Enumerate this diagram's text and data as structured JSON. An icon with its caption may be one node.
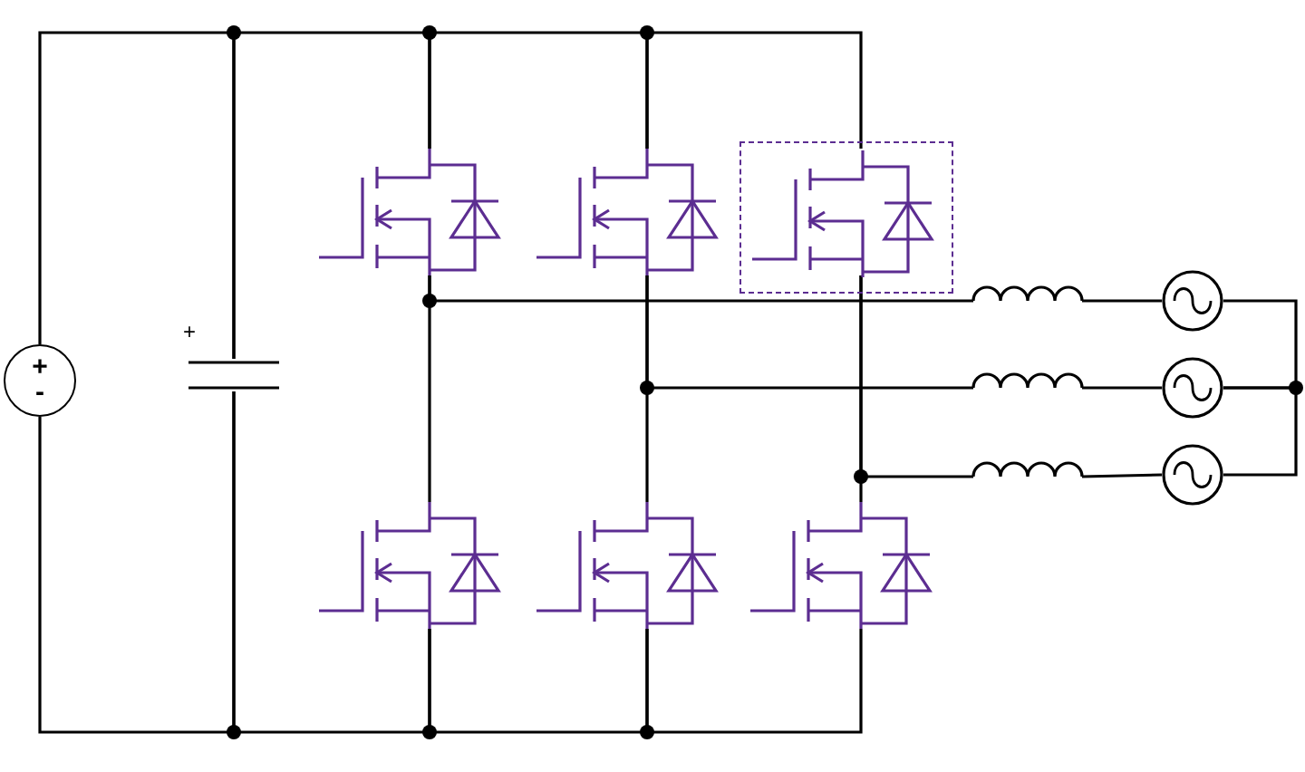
{
  "diagram": {
    "nodes": [
      {
        "text": [
          "+",
          "-"
        ]
      },
      {
        "text": [],
        "shape": "capacitor",
        "beside": [
          "+"
        ]
      },
      {
        "text": [],
        "shape": "transistor"
      },
      {
        "text": [],
        "shape": "transistor"
      },
      {
        "text": [],
        "shape": "box"
      },
      {
        "text": [],
        "shape": "transistor",
        "in": 4
      },
      {
        "text": [],
        "shape": "transistor"
      },
      {
        "text": [],
        "shape": "transistor"
      },
      {
        "text": [],
        "shape": "transistor"
      },
      {
        "text": [],
        "shape": "inductor"
      },
      {
        "text": [],
        "shape": "inductor"
      },
      {
        "text": [],
        "shape": "inductor"
      },
      {
        "text": [],
        "shape": "circle"
      },
      {
        "text": [],
        "shape": "circle"
      },
      {
        "text": [],
        "shape": "circle"
      }
    ],
    "edges": [
      {
        "from": 0,
        "to": 1,
        "arrow": "none"
      },
      {
        "from": 0,
        "to": 1,
        "arrow": "none"
      },
      {
        "from": 1,
        "to": 2,
        "arrow": "none"
      },
      {
        "from": 2,
        "to": 3,
        "arrow": "none"
      },
      {
        "from": 3,
        "to": 5,
        "arrow": "none"
      },
      {
        "from": 1,
        "to": 6,
        "arrow": "none"
      },
      {
        "from": 6,
        "to": 7,
        "arrow": "none"
      },
      {
        "from": 7,
        "to": 8,
        "arrow": "none"
      },
      {
        "from": 2,
        "to": 6,
        "arrow": "none"
      },
      {
        "from": 3,
        "to": 7,
        "arrow": "none"
      },
      {
        "from": 5,
        "to": 8,
        "arrow": "none"
      },
      {
        "from": 2,
        "to": 9,
        "arrow": "none"
      },
      {
        "from": 3,
        "to": 10,
        "arrow": "none"
      },
      {
        "from": 5,
        "to": 11,
        "arrow": "none"
      },
      {
        "from": 9,
        "to": 12,
        "arrow": "none"
      },
      {
        "from": 10,
        "to": 13,
        "arrow": "none"
      },
      {
        "from": 11,
        "to": 14,
        "arrow": "none"
      },
      {
        "from": 12,
        "to": 13,
        "arrow": "none"
      },
      {
        "from": 14,
        "to": 13,
        "arrow": "none"
      }
    ]
  }
}
